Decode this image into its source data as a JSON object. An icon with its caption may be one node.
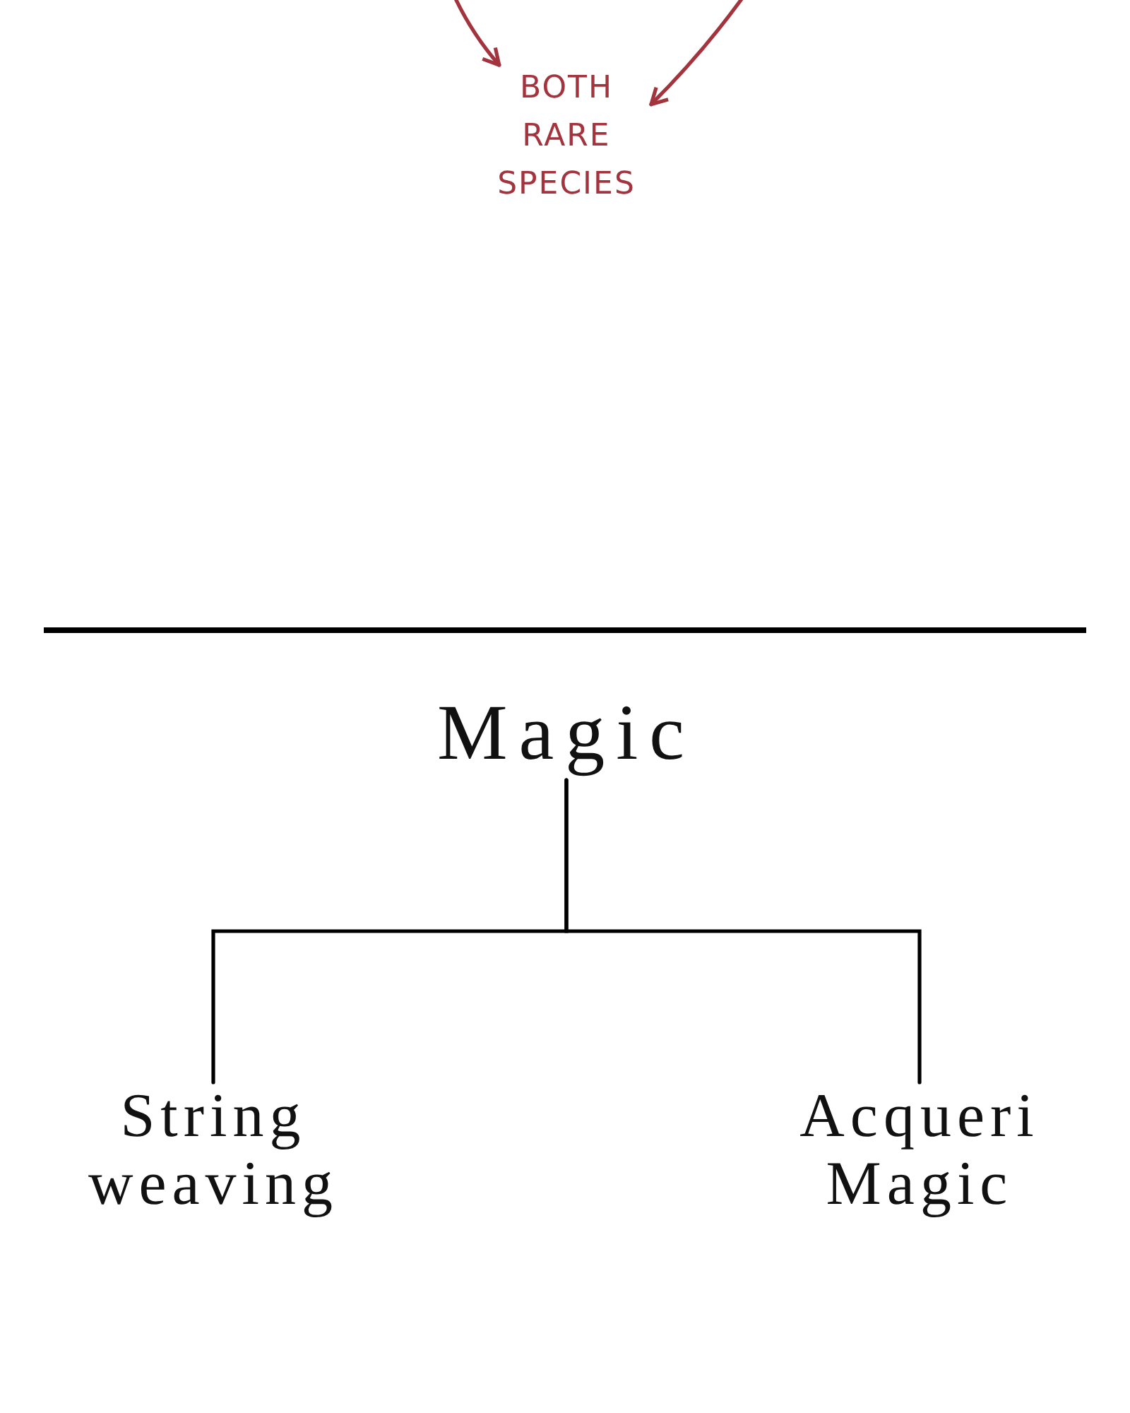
{
  "diagram": {
    "nodes": [
      {
        "text": [
          "BOTH RARE SPECIES"
        ]
      },
      {
        "text": [
          "Magic"
        ]
      },
      {
        "text": [
          "String weaving"
        ]
      },
      {
        "text": [
          "Acqueri Magic"
        ]
      }
    ],
    "edges": [
      {
        "from": null,
        "to": 0,
        "arrow": "to",
        "color": "#a3333d"
      },
      {
        "from": null,
        "to": 0,
        "arrow": "to",
        "color": "#a3333d"
      },
      {
        "from": 1,
        "to": 2,
        "arrow": "none",
        "color": "#000000"
      },
      {
        "from": 1,
        "to": 3,
        "arrow": "none",
        "color": "#000000"
      }
    ]
  }
}
